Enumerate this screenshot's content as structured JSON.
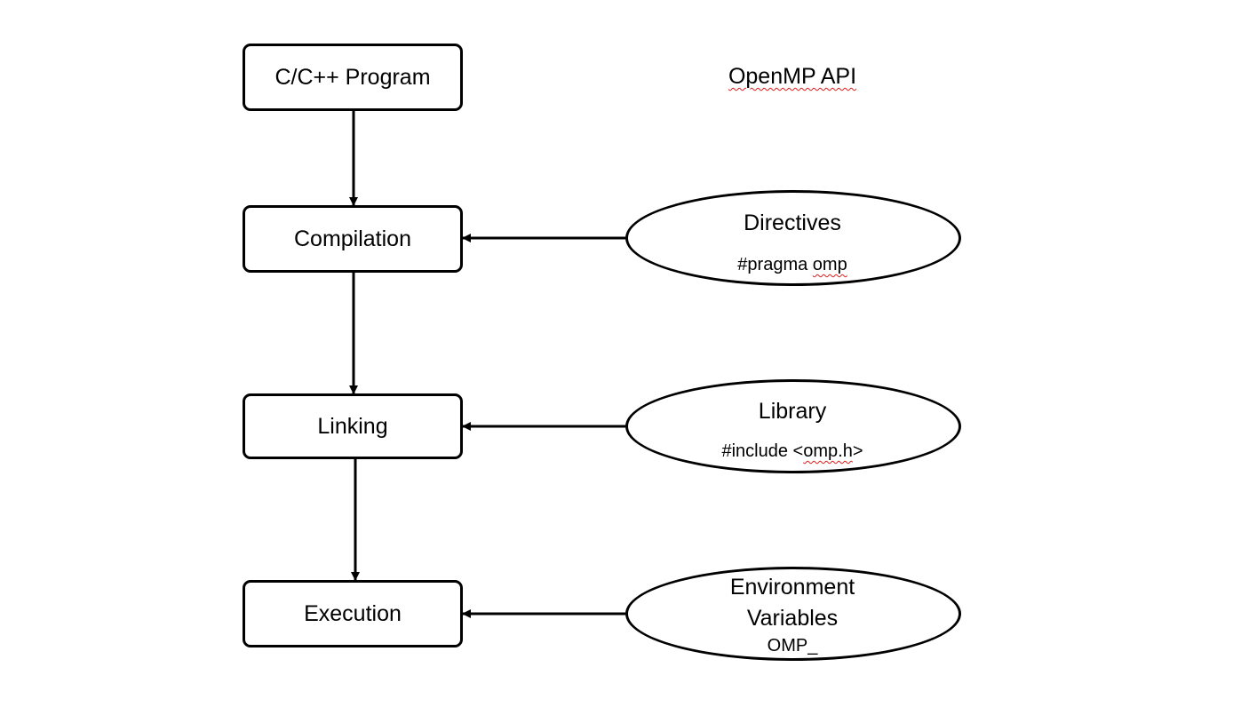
{
  "header": {
    "title": "OpenMP API"
  },
  "steps": [
    {
      "label": "C/C++ Program"
    },
    {
      "label": "Compilation"
    },
    {
      "label": "Linking"
    },
    {
      "label": "Execution"
    }
  ],
  "components": [
    {
      "title": "Directives",
      "code": "#pragma omp"
    },
    {
      "title": "Library",
      "code_prefix": "#include <",
      "code_word": "omp.h",
      "code_suffix": ">"
    },
    {
      "title_line1": "Environment",
      "title_line2": "Variables",
      "code": "OMP_"
    }
  ],
  "colors": {
    "stroke": "#000000",
    "background": "#ffffff",
    "spellcheck": "#e01b1b"
  }
}
